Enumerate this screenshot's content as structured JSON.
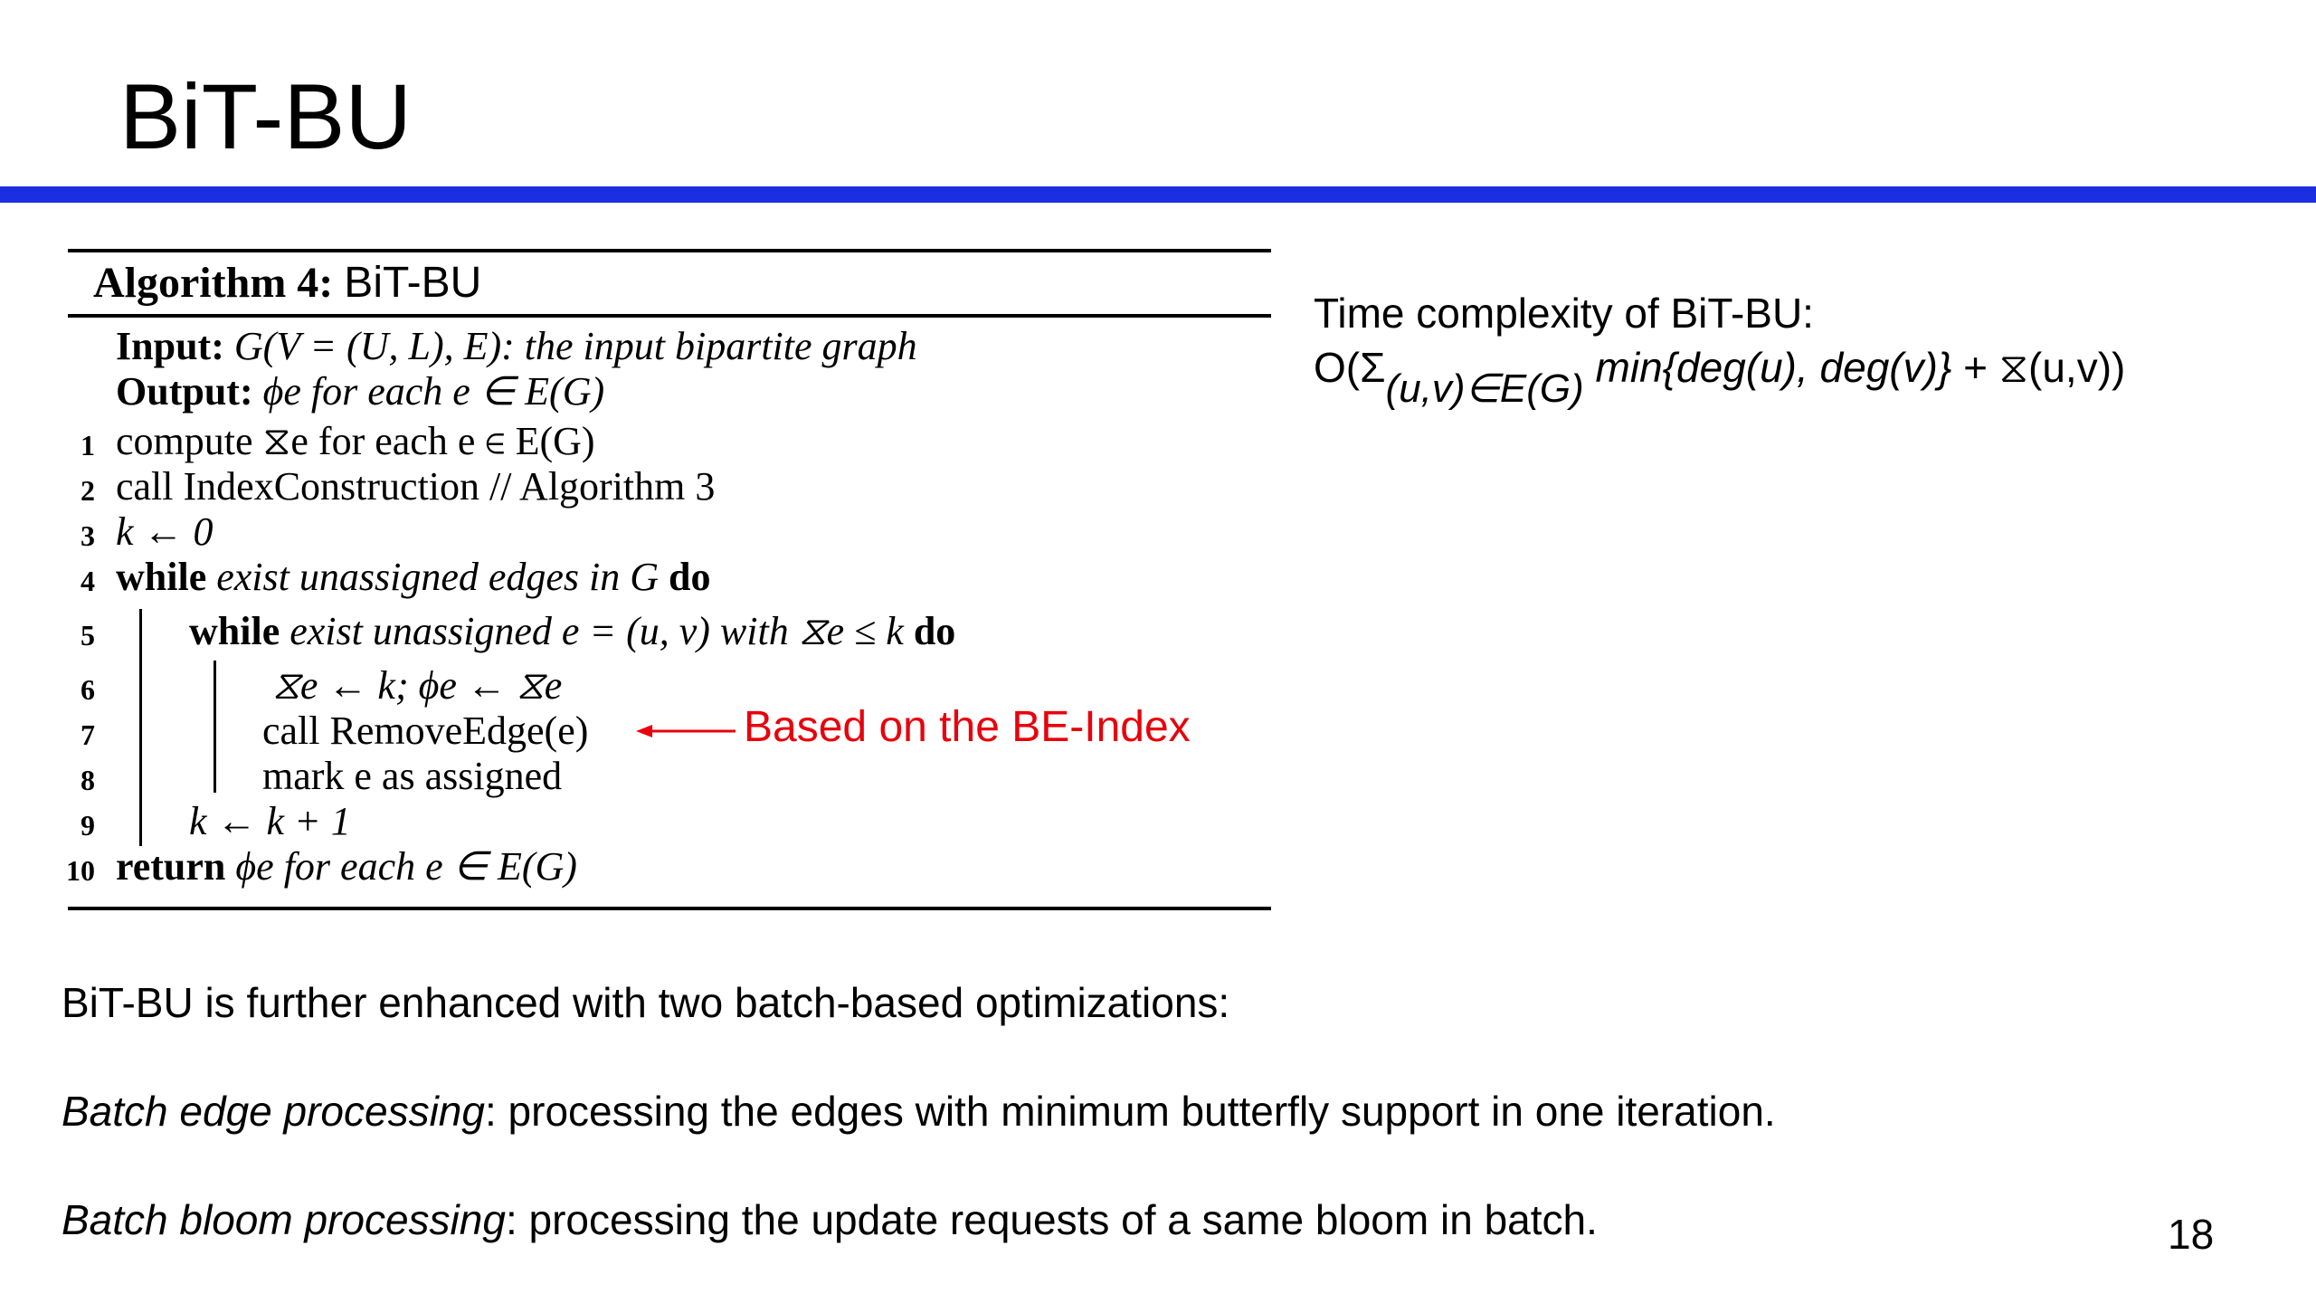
{
  "title": "BiT-BU",
  "algorithm": {
    "heading_bold": "Algorithm 4:",
    "heading_name": "BiT-BU",
    "input_label": "Input:",
    "input_text": "G(V = (U, L), E): the input bipartite graph",
    "output_label": "Output:",
    "output_text": "ϕe for each e ∈ E(G)",
    "lines": [
      {
        "num": "1",
        "text": "compute ⧖e for each e ∈ E(G)"
      },
      {
        "num": "2",
        "text": "call IndexConstruction // Algorithm 3"
      },
      {
        "num": "3",
        "text": "k ← 0"
      },
      {
        "num": "4",
        "kw1": "while",
        "text": "exist unassigned edges in G",
        "kw2": "do"
      },
      {
        "num": "5",
        "kw1": "while",
        "text": "exist unassigned e = (u, v) with ⧖e ≤ k",
        "kw2": "do"
      },
      {
        "num": "6",
        "text": "⧖e ← k; ϕe ← ⧖e"
      },
      {
        "num": "7",
        "text": "call RemoveEdge(e)"
      },
      {
        "num": "8",
        "text": "mark e as assigned"
      },
      {
        "num": "9",
        "text": "k ← k + 1"
      },
      {
        "num": "10",
        "kw1": "return",
        "text": "ϕe for each e ∈ E(G)"
      }
    ]
  },
  "annotation": {
    "label": "Based on the BE-Index",
    "color": "#e8000b"
  },
  "time_complexity": {
    "title": "Time complexity of BiT-BU:",
    "formula_prefix": "O(Σ",
    "formula_sub": "(u,v)∈E(G)",
    "formula_main": "min{deg(u), deg(v)}",
    "formula_suffix": " + ⧖(u,v))"
  },
  "body": {
    "intro": "BiT-BU is further enhanced with two batch-based optimizations:",
    "opt1_name": "Batch edge processing",
    "opt1_desc": ": processing the edges with minimum butterfly support in one iteration.",
    "opt2_name": "Batch bloom processing",
    "opt2_desc": ":  processing the update requests of a same bloom in batch."
  },
  "page_number": "18",
  "colors": {
    "title_rule": "#1b2ee0",
    "annotation": "#e8000b"
  }
}
